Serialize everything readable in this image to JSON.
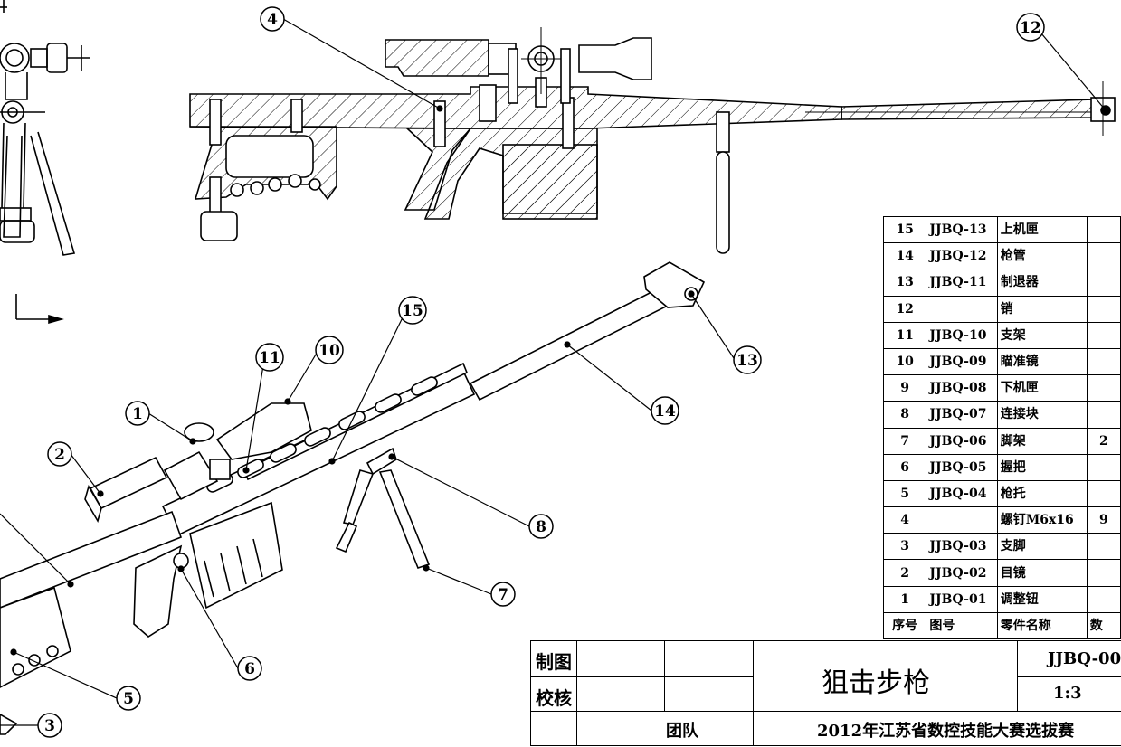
{
  "title_block": {
    "drawn_label": "制图",
    "checked_label": "校核",
    "product_name": "狙击步枪",
    "drawing_number": "JJBQ-00",
    "scale": "1:3",
    "team_label": "团队",
    "competition": "2012年江苏省数控技能大赛选拔赛"
  },
  "parts_list": {
    "headers": [
      "序号",
      "图号",
      "零件名称",
      "数"
    ],
    "rows": [
      {
        "no": "15",
        "code": "JJBQ-13",
        "name": "上机匣",
        "qty": ""
      },
      {
        "no": "14",
        "code": "JJBQ-12",
        "name": "枪管",
        "qty": ""
      },
      {
        "no": "13",
        "code": "JJBQ-11",
        "name": "制退器",
        "qty": ""
      },
      {
        "no": "12",
        "code": "",
        "name": "销",
        "qty": ""
      },
      {
        "no": "11",
        "code": "JJBQ-10",
        "name": "支架",
        "qty": ""
      },
      {
        "no": "10",
        "code": "JJBQ-09",
        "name": "瞄准镜",
        "qty": ""
      },
      {
        "no": "9",
        "code": "JJBQ-08",
        "name": "下机匣",
        "qty": ""
      },
      {
        "no": "8",
        "code": "JJBQ-07",
        "name": "连接块",
        "qty": ""
      },
      {
        "no": "7",
        "code": "JJBQ-06",
        "name": "脚架",
        "qty": "2"
      },
      {
        "no": "6",
        "code": "JJBQ-05",
        "name": "握把",
        "qty": ""
      },
      {
        "no": "5",
        "code": "JJBQ-04",
        "name": "枪托",
        "qty": ""
      },
      {
        "no": "4",
        "code": "",
        "name": "螺钉M6x16",
        "qty": "9"
      },
      {
        "no": "3",
        "code": "JJBQ-03",
        "name": "支脚",
        "qty": ""
      },
      {
        "no": "2",
        "code": "JJBQ-02",
        "name": "目镜",
        "qty": ""
      },
      {
        "no": "1",
        "code": "JJBQ-01",
        "name": "调整钮",
        "qty": ""
      }
    ]
  },
  "balloons": [
    "1",
    "2",
    "3",
    "4",
    "5",
    "6",
    "7",
    "8",
    "10",
    "11",
    "12",
    "13",
    "14",
    "15"
  ]
}
